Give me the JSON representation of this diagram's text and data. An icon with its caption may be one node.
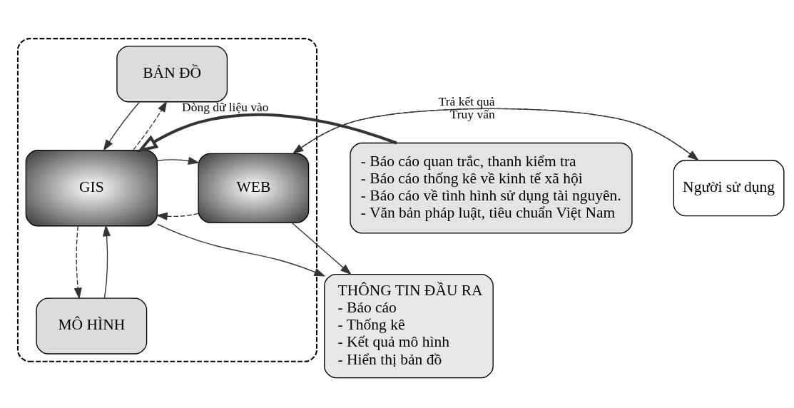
{
  "diagram": {
    "nodes": [
      {
        "text": [
          "- Báo cáo quan trắc, thanh kiểm tra",
          "- Báo cáo thống kê về kinh tế xã hội",
          "- Báo cáo về tình hình sử dụng tài nguyên.",
          "- Văn bản pháp luật, tiêu chuẩn Việt Nam"
        ]
      },
      {
        "text": [],
        "shape": "box"
      },
      {
        "text": [
          "BẢN ĐỒ"
        ],
        "in": 1
      },
      {
        "text": [
          "GIS"
        ],
        "in": 1
      },
      {
        "text": [
          "WEB"
        ],
        "in": 1
      },
      {
        "text": [
          "MÔ HÌNH"
        ],
        "in": 1
      },
      {
        "text": [
          "Người sử dụng"
        ]
      },
      {
        "text": [
          "THÔNG TIN ĐẦU RA",
          "- Báo cáo",
          "- Thống kê",
          "- Kết quả mô hình",
          "- Hiển thị bản đồ"
        ]
      }
    ],
    "edges": [
      {
        "from": 0,
        "to": 3,
        "arrow": "to",
        "label": "Dòng dữ liệu vào",
        "style": "thick"
      },
      {
        "from": 2,
        "to": 3,
        "arrow": "to"
      },
      {
        "from": 3,
        "to": 2,
        "arrow": "to",
        "style": "dashed"
      },
      {
        "from": 5,
        "to": 3,
        "arrow": "to"
      },
      {
        "from": 3,
        "to": 5,
        "arrow": "to",
        "style": "dashed"
      },
      {
        "from": 4,
        "to": 3,
        "arrow": "to",
        "style": "dashed"
      },
      {
        "from": 3,
        "to": 4,
        "arrow": "to"
      },
      {
        "from": 6,
        "to": 4,
        "arrow": "to",
        "label": "Truy vấn",
        "style": "dashed"
      },
      {
        "from": 4,
        "to": 6,
        "arrow": "to",
        "label": "Trả kết quả"
      },
      {
        "from": 4,
        "to": 7,
        "arrow": "to"
      },
      {
        "from": 3,
        "to": 7,
        "arrow": "to"
      }
    ]
  }
}
